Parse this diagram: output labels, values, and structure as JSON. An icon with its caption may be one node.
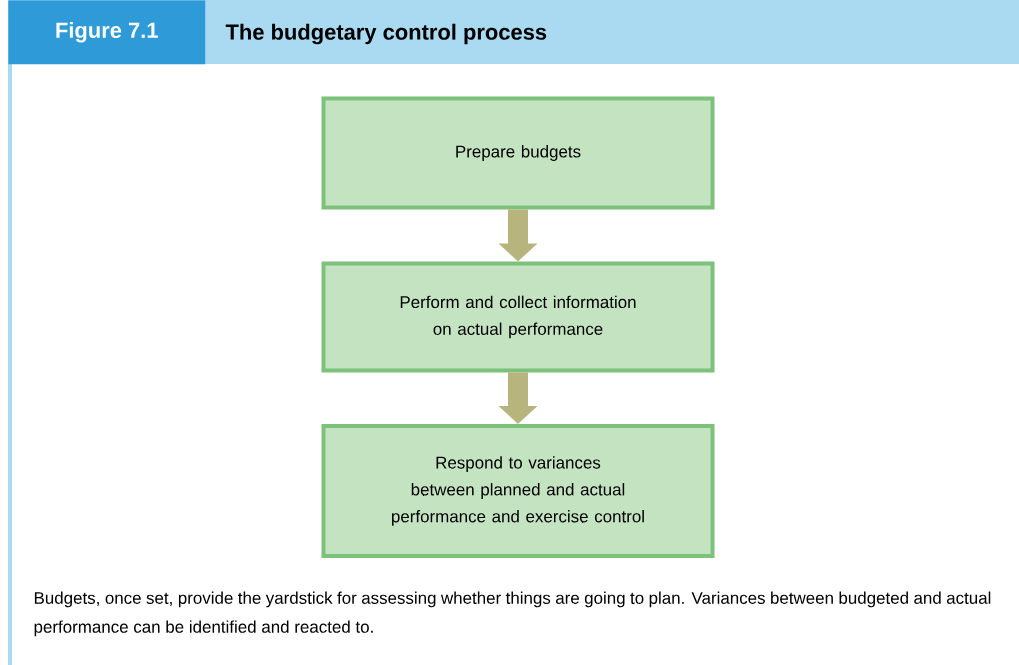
{
  "diagram": {
    "title": "The budgetary control process",
    "caption": "Budgets, once set, provide the yardstick for assessing whether things are going to plan. Variances between budgeted and actual performance can be identified and reacted to.",
    "nodes": [
      {
        "text": [
          "Prepare budgets"
        ]
      },
      {
        "text": [
          "Perform and collect information on actual performance"
        ]
      },
      {
        "text": [
          "Respond to variances between planned and actual performance and exercise control"
        ]
      }
    ],
    "edges": [
      {
        "from": 0,
        "to": 1,
        "arrow": "to"
      },
      {
        "from": 1,
        "to": 2,
        "arrow": "to"
      }
    ],
    "labels": [
      "Figure 7.1"
    ]
  }
}
